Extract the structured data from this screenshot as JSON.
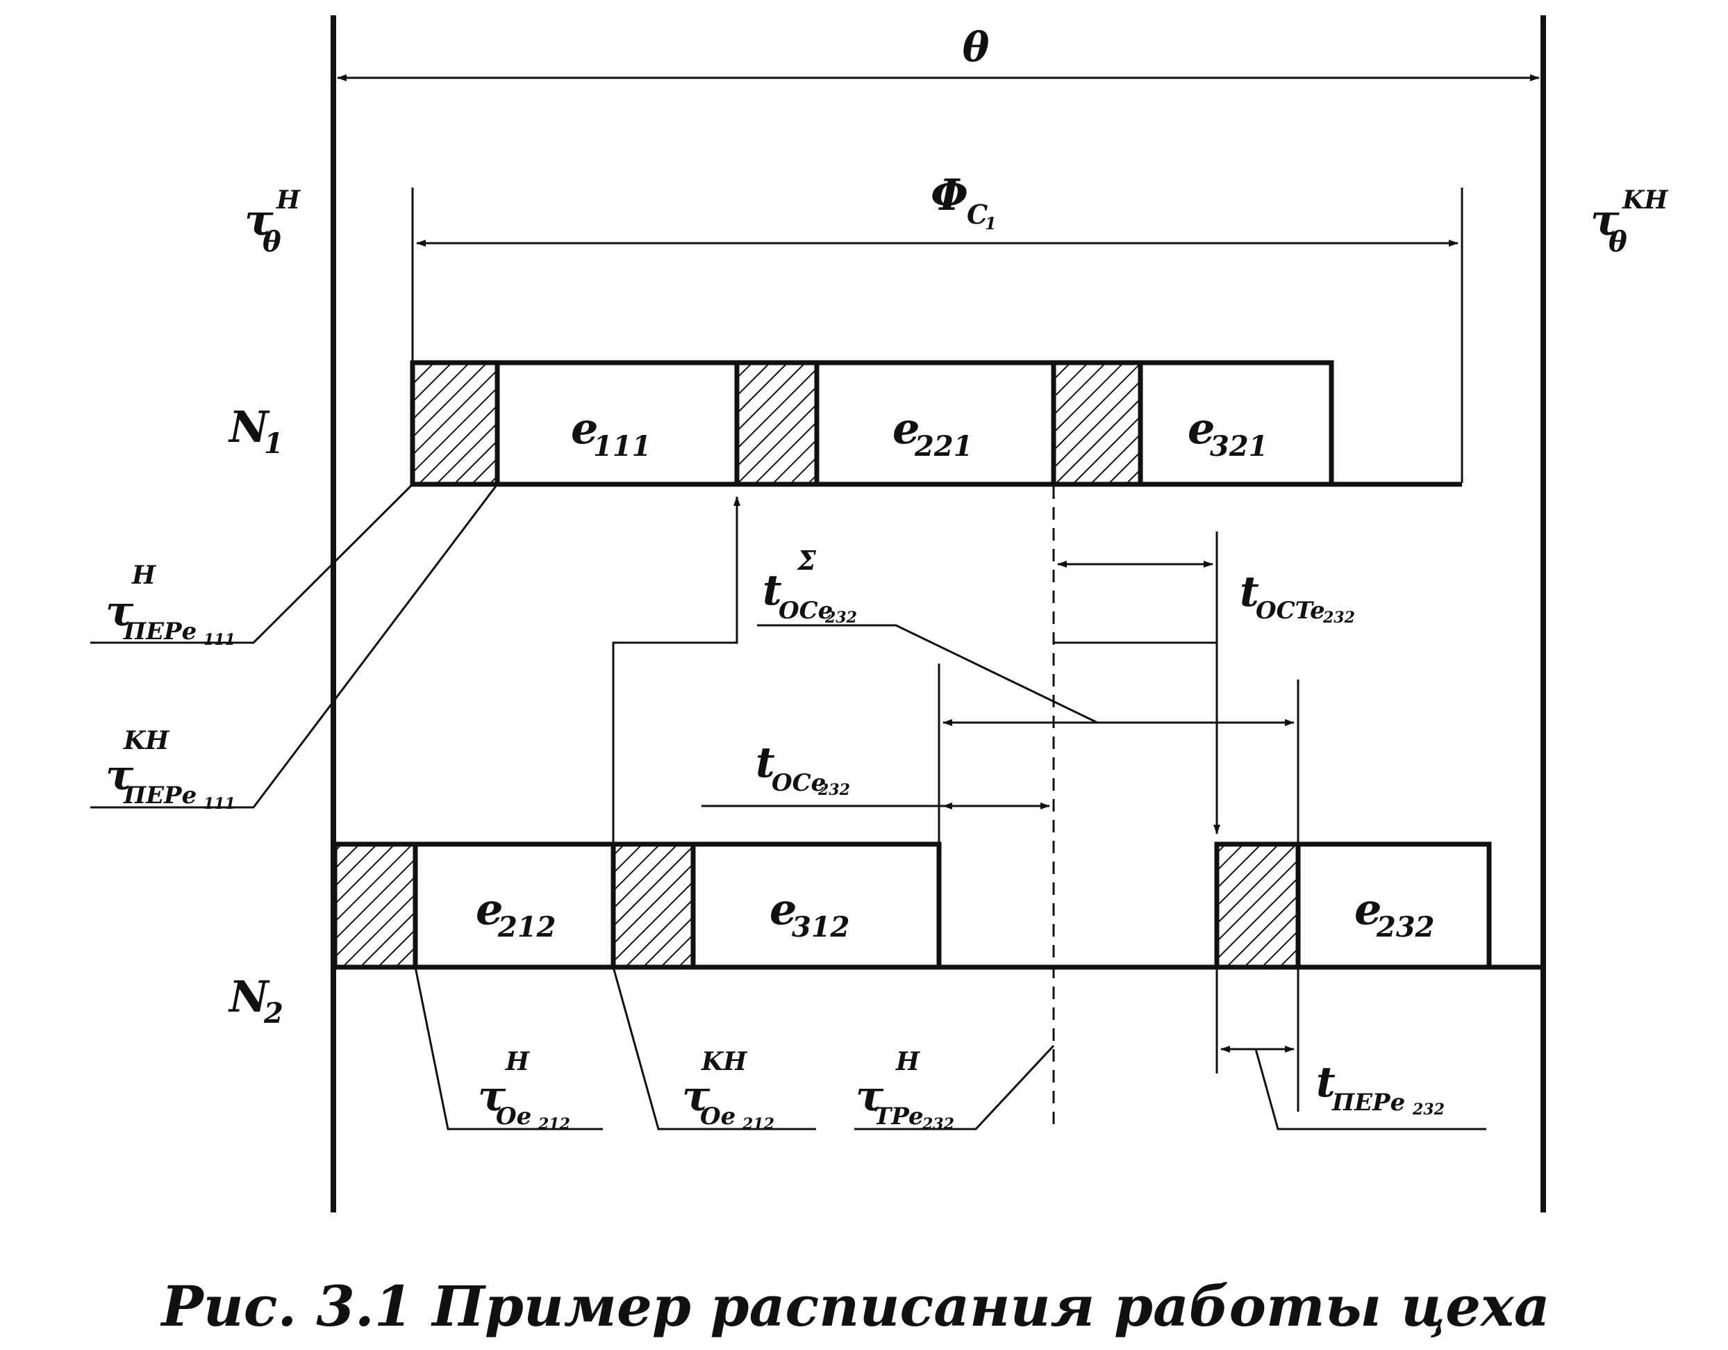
{
  "diagram": {
    "theta": "θ",
    "tau_theta_start": {
      "base": "τ",
      "sub": "θ",
      "sup": "H"
    },
    "tau_theta_end": {
      "base": "τ",
      "sub": "θ",
      "sup": "KH"
    },
    "phi": {
      "base": "Φ",
      "sub": "C",
      "subsub": "1"
    },
    "machine_1": {
      "base": "N",
      "sub": "1"
    },
    "machine_2": {
      "base": "N",
      "sub": "2"
    },
    "ops_row1": [
      {
        "base": "e",
        "sub": "111"
      },
      {
        "base": "e",
        "sub": "221"
      },
      {
        "base": "e",
        "sub": "321"
      }
    ],
    "ops_row2": [
      {
        "base": "e",
        "sub": "212"
      },
      {
        "base": "e",
        "sub": "312"
      },
      {
        "base": "e",
        "sub": "232"
      }
    ],
    "labels": {
      "tau_per_e111_start": {
        "base": "τ",
        "sub": "ПЕРe",
        "subsub": "111",
        "sup": "H"
      },
      "tau_per_e111_end": {
        "base": "τ",
        "sub": "ПЕРe",
        "subsub": "111",
        "sup": "KH"
      },
      "t_oc_sigma": {
        "base": "t",
        "sub": "OCe",
        "subsub": "232",
        "sup": "Σ"
      },
      "t_oct": {
        "base": "t",
        "sub": "OCTe",
        "subsub": "232"
      },
      "t_oc": {
        "base": "t",
        "sub": "OCe",
        "subsub": "232"
      },
      "tau_o_e212_start": {
        "base": "τ",
        "sub": "Oe",
        "subsub": "212",
        "sup": "H"
      },
      "tau_o_e212_end": {
        "base": "τ",
        "sub": "Oe",
        "subsub": "212",
        "sup": "KH"
      },
      "tau_tp_e232": {
        "base": "τ",
        "sub": "TPe",
        "subsub": "232",
        "sup": "H"
      },
      "t_per_e232": {
        "base": "t",
        "sub": "ПЕРe",
        "subsub": "232"
      }
    },
    "caption": "Рис. 3.1 Пример расписания работы цеха"
  }
}
